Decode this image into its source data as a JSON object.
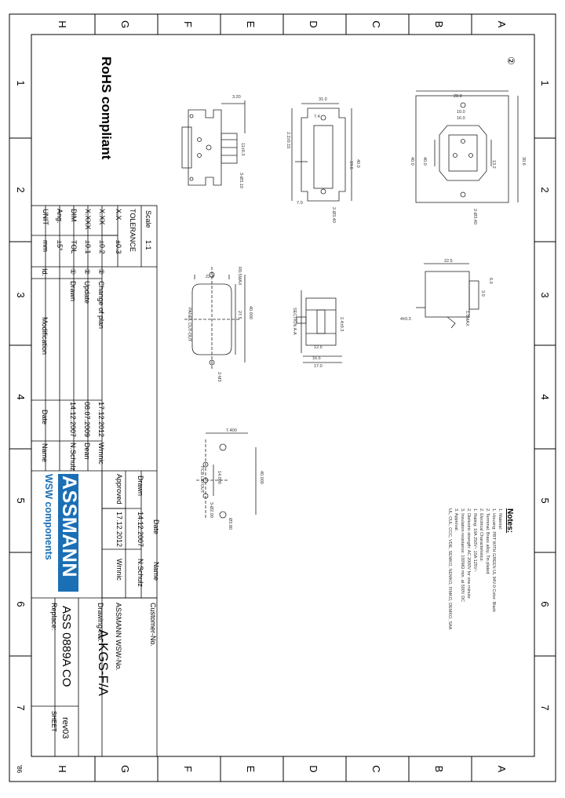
{
  "border": {
    "columns_top": [
      "H",
      "G",
      "F",
      "E",
      "D",
      "C",
      "B",
      "A"
    ],
    "columns_bottom": [
      "H",
      "G",
      "F",
      "E",
      "D",
      "C",
      "B",
      "A"
    ],
    "rows": [
      "1",
      "2",
      "3",
      "4",
      "5",
      "6",
      "7"
    ],
    "corner_note": "'86"
  },
  "title_block": {
    "rohs": "RoHS compliant",
    "revision_marker": "②",
    "scale_label": "Scale",
    "scale_value": "1:1",
    "tolerance_label": "TOLERANCE",
    "tolerances": [
      {
        "key": "X.X",
        "value": "±0.3"
      },
      {
        "key": "X.XX",
        "value": "±0.2"
      },
      {
        "key": "X.XXX",
        "value": "±0.1"
      },
      {
        "key": "DIM",
        "value": "TOL"
      },
      {
        "key": "Ang.",
        "value": "±5°"
      }
    ],
    "unit_label": "UNIT",
    "unit_value": "mm",
    "rev_table": {
      "headers": {
        "id": "Id.",
        "modification": "Modification",
        "date": "Date",
        "name": "Name"
      },
      "rows": [
        {
          "id": "②",
          "modification": "Change of plan",
          "date": "17.12.2012",
          "name": "Wrnnic"
        },
        {
          "id": "②",
          "modification": "Update",
          "date": "08.07.2009",
          "name": "Dean"
        },
        {
          "id": "①",
          "modification": "Drawn",
          "date": "14.12.2007",
          "name": "N.Schulz"
        }
      ]
    },
    "approval": {
      "date_label": "Date",
      "name_label": "Name",
      "rows": [
        {
          "role": "Drawn",
          "date": "14.12.2007",
          "name": "N.Schulz"
        },
        {
          "role": "Approved",
          "date": "17.12.2012",
          "name": "Wrnnic"
        }
      ]
    },
    "logo_main": "ASSMANN",
    "logo_sub": "WSW components",
    "customer_no_label": "Customer-No.",
    "assmann_no_label": "ASSMANN WSW-No.",
    "part_no": "A-KGS-F/A",
    "drawing_no_label": "Drawing-No.",
    "drawing_no": "ASS 0889A CO",
    "replace_label": "Replace:",
    "rev": "rev03",
    "sheet": "SHEET"
  },
  "notes": {
    "title": "Notes:",
    "lines": [
      "1. Material:",
      "   1. Housing: PBT WITH GREEN UL 94V-0   Color: Black",
      "   2. Terminal: Brass alloy, Tin plated",
      "2. Electrical Characteristics:",
      "   1. Rating: 10A 250V~  15A 125V~",
      "   2. Dielectric strength: AC 2000V for one minute",
      "   3. Insulation resistance: 100MΩ min. at 500V DC",
      "3. Approval:",
      "   UL, CUL, CCC, VDE, SEMKO, NEMKO, FIMKO, DEMKO, SAA"
    ]
  },
  "dims": {
    "v1_a": "3.20",
    "v1_b": "11±0.3",
    "v1_c": "3-Ø3.10",
    "v2_a": "31.0",
    "v2_b": "7.4",
    "v2_c": "2.2±0.15",
    "v2_d": "19.6",
    "v2_e": "40.0",
    "v2_f": "7.0",
    "v2_g": "2-Ø3.40",
    "v3_a": "28.8",
    "v3_b": "10.0",
    "v3_c": "16.0",
    "v3_d": "30.6",
    "v3_e": "40.0",
    "v3_f": "40.0",
    "v3_g": "13.2",
    "v3_h": "2-Ø3.40",
    "v4_a": "22.8",
    "v4_b": "R0.5MAX",
    "v4_c": "40.000",
    "v4_d": "27.5",
    "v4_e": "PANEL CUT-OUT",
    "v4_f": "2-M3",
    "v5_a": "SECTION A-A",
    "v5_b": "2.4±0.3",
    "v5_c": "12.5",
    "v5_d": "16.5",
    "v5_e": "17.0",
    "v6_a": "22.5",
    "v6_b": "6.0",
    "v6_c": "3.0",
    "v6_d": "4±0.3",
    "v6_e": "1.0MAX",
    "v7_a": "7.400",
    "v7_b": "14.000",
    "v7_c": "40.000",
    "v7_d": "PCB LAYOUT",
    "v7_e": "3-Ø2.00",
    "v7_f": "Ø3.80"
  }
}
